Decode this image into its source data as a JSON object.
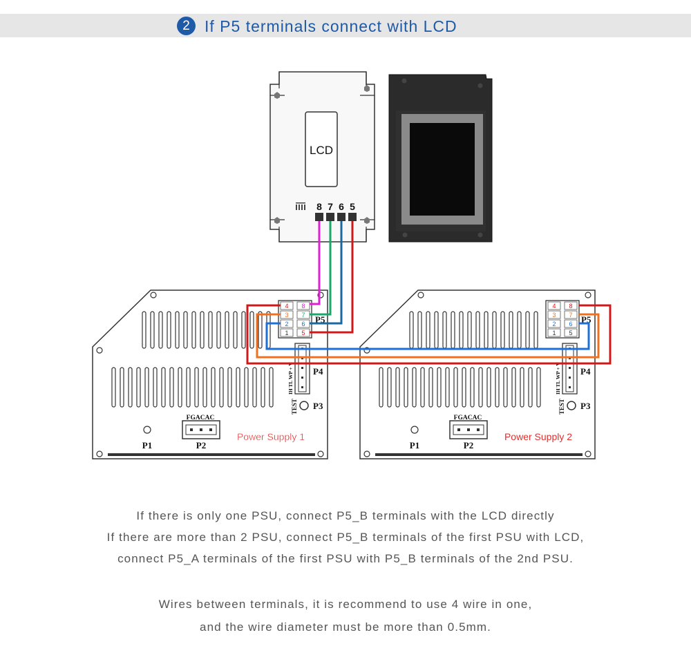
{
  "title": {
    "step": "2",
    "text": "If P5 terminals connect with LCD"
  },
  "lcd": {
    "label": "LCD",
    "terminals": [
      "8",
      "7",
      "6",
      "5"
    ]
  },
  "psu": [
    {
      "name": "Power Supply 1",
      "p1": "P1",
      "p2": "P2",
      "p2_pins": "FGACAC",
      "p3": "P3",
      "p4": "P4",
      "p5": "P5",
      "p4_pins": "IH TL WP + V",
      "test": "TEST",
      "terminals": {
        "left": [
          "4",
          "3",
          "2",
          "1"
        ],
        "right": [
          "8",
          "7",
          "6",
          "5"
        ]
      }
    },
    {
      "name": "Power Supply 2",
      "p1": "P1",
      "p2": "P2",
      "p2_pins": "FGACAC",
      "p3": "P3",
      "p4": "P4",
      "p5": "P5",
      "p4_pins": "IH TL WP + V",
      "test": "TEST",
      "terminals": {
        "left": [
          "4",
          "3",
          "2",
          "1"
        ],
        "right": [
          "8",
          "7",
          "6",
          "5"
        ]
      }
    }
  ],
  "wire_colors": {
    "t8": "#e020d0",
    "t7": "#18a868",
    "t6": "#1a6aa0",
    "t5": "#d01818",
    "red": "#d01818",
    "orange": "#f07020",
    "blue": "#1e6fd8"
  },
  "captions": [
    "If there is only one PSU, connect P5_B terminals with the LCD directly",
    "If there are more than 2 PSU, connect P5_B terminals of the first PSU with LCD,",
    "connect P5_A terminals of the first PSU with P5_B terminals of the 2nd PSU.",
    "Wires between terminals, it is recommend to use 4 wire in one,",
    "and the wire diameter must be more than 0.5mm."
  ]
}
